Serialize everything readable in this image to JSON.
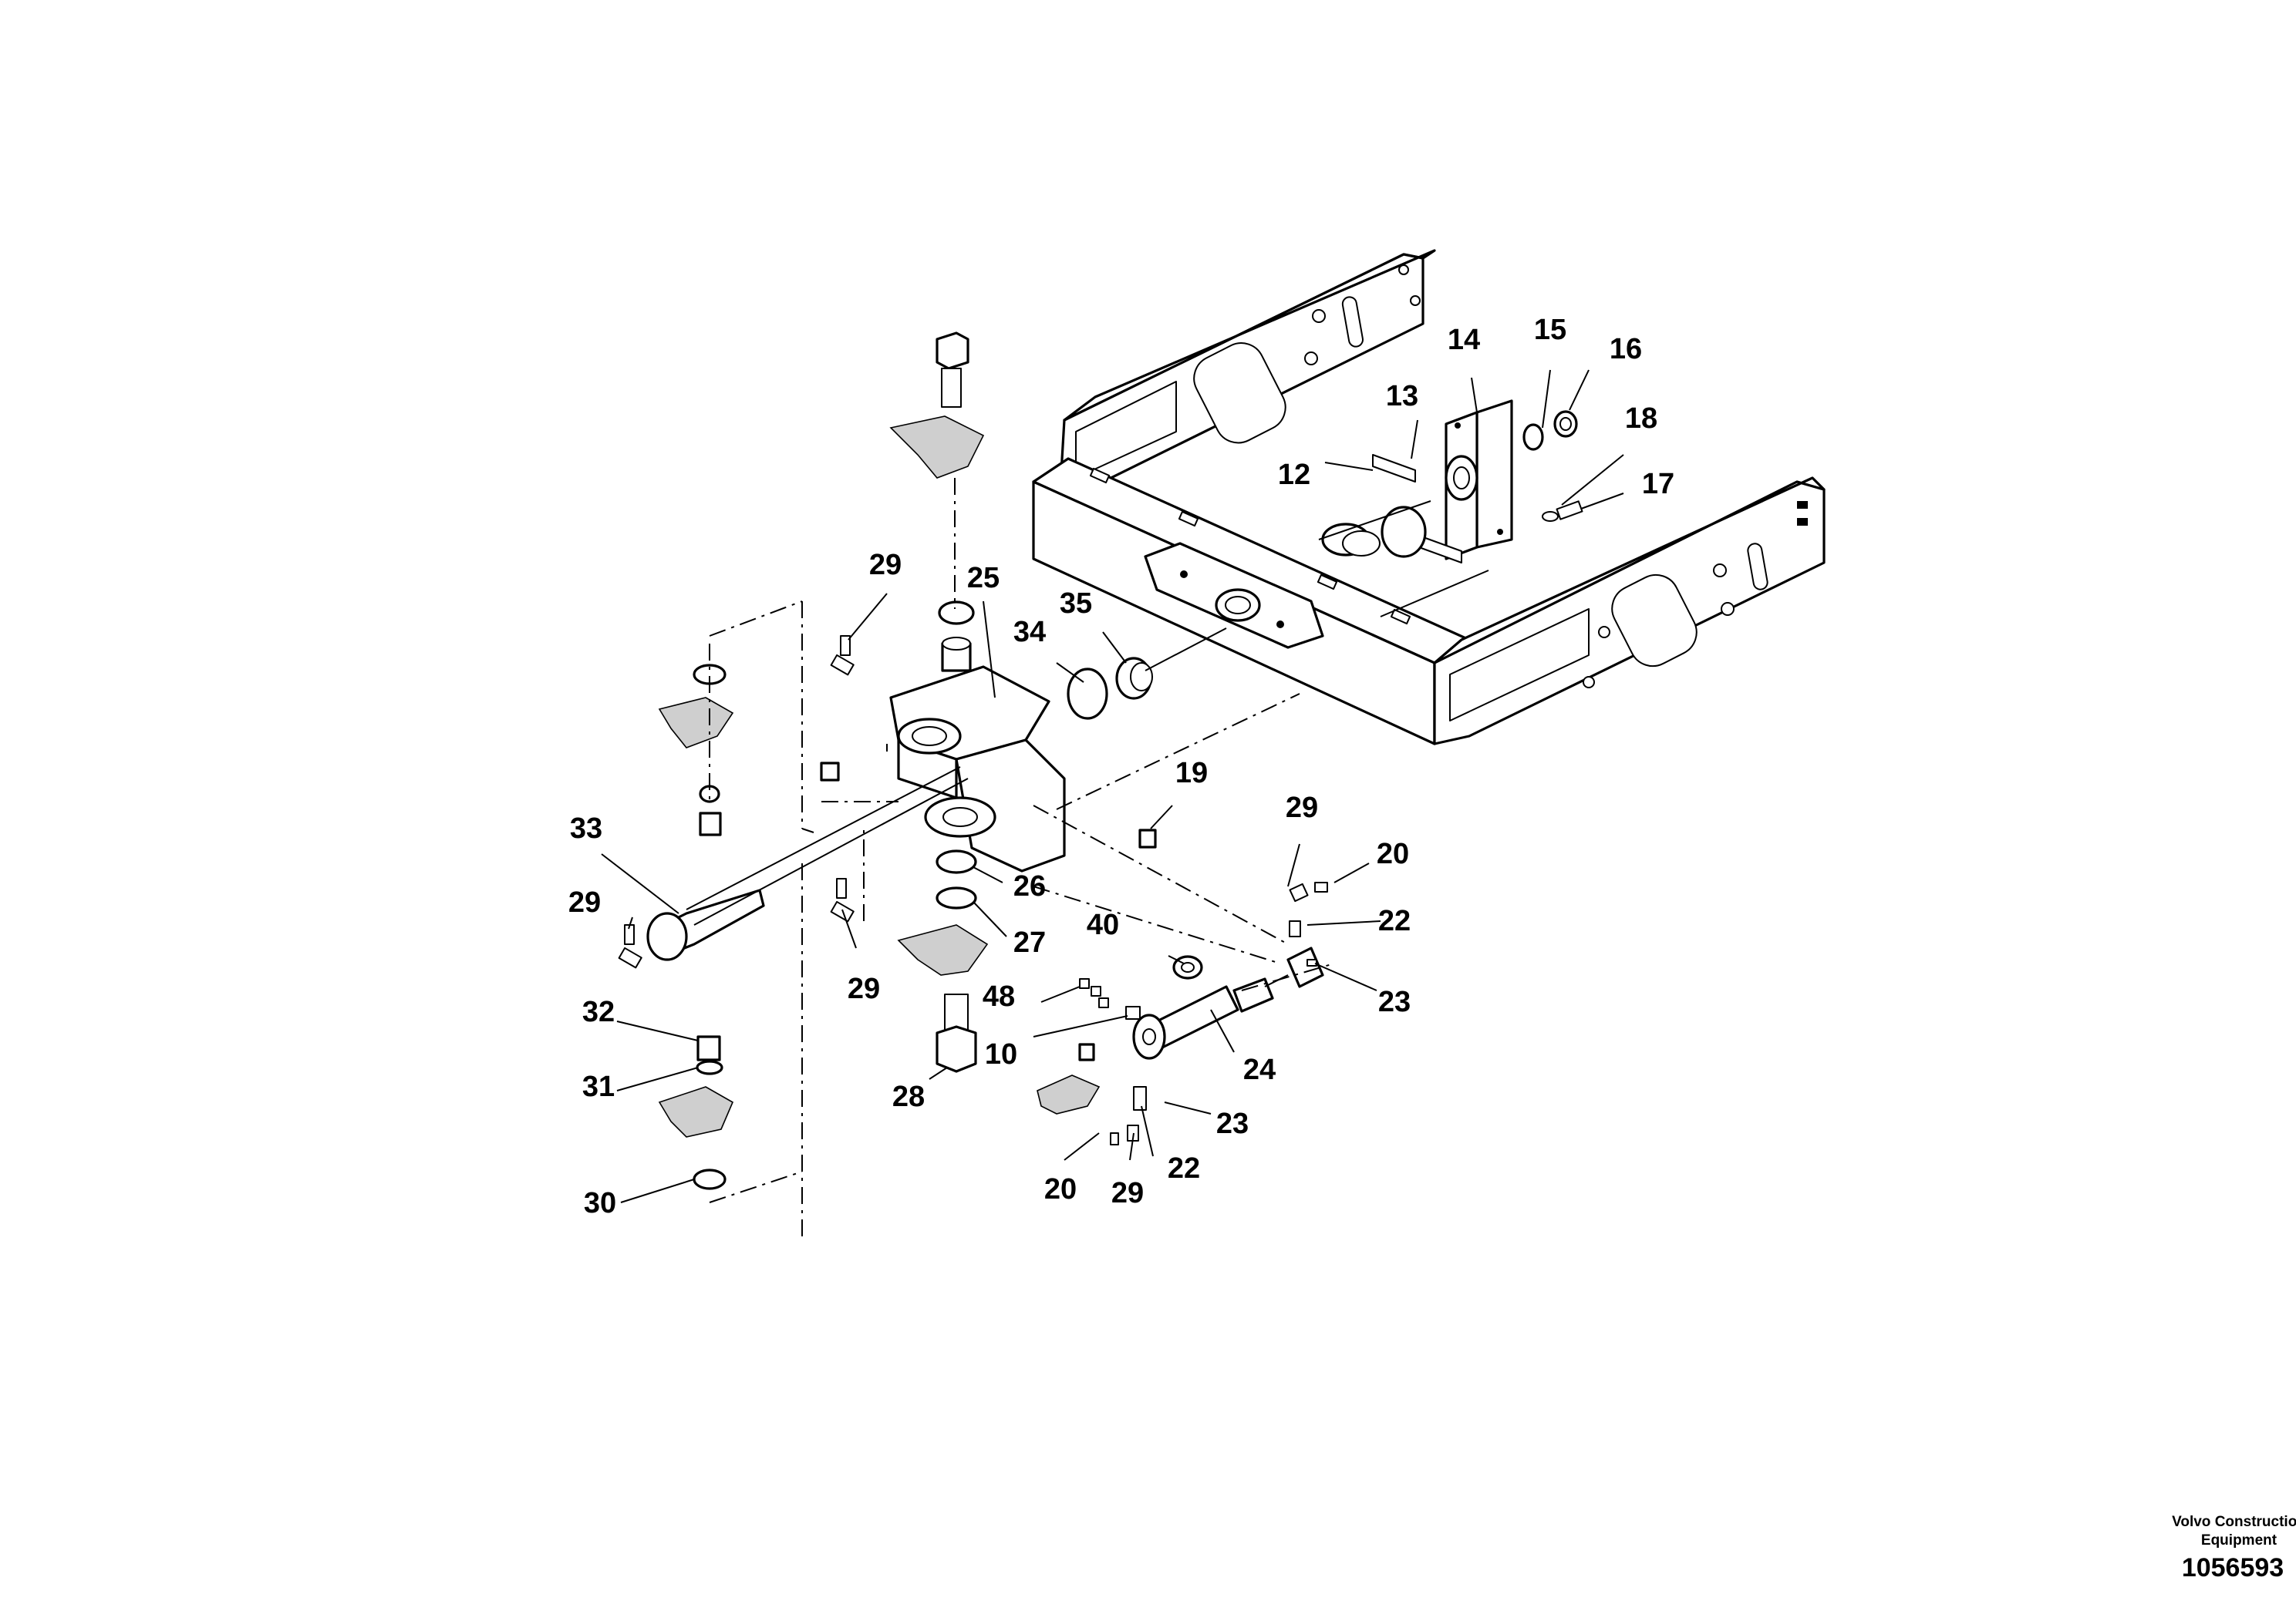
{
  "brand": {
    "line1": "Volvo Construction",
    "line2": "Equipment"
  },
  "document_number": "1056593",
  "callouts": {
    "c10": "10",
    "c12": "12",
    "c13": "13",
    "c14": "14",
    "c15": "15",
    "c16": "16",
    "c17": "17",
    "c18": "18",
    "c19": "19",
    "c20a": "20",
    "c20b": "20",
    "c22a": "22",
    "c22b": "22",
    "c23a": "23",
    "c23b": "23",
    "c24": "24",
    "c25": "25",
    "c26": "26",
    "c27": "27",
    "c28": "28",
    "c29a": "29",
    "c29b": "29",
    "c29c": "29",
    "c29d": "29",
    "c29e": "29",
    "c30": "30",
    "c31": "31",
    "c32": "32",
    "c33": "33",
    "c34": "34",
    "c35": "35",
    "c40": "40",
    "c48": "48"
  }
}
